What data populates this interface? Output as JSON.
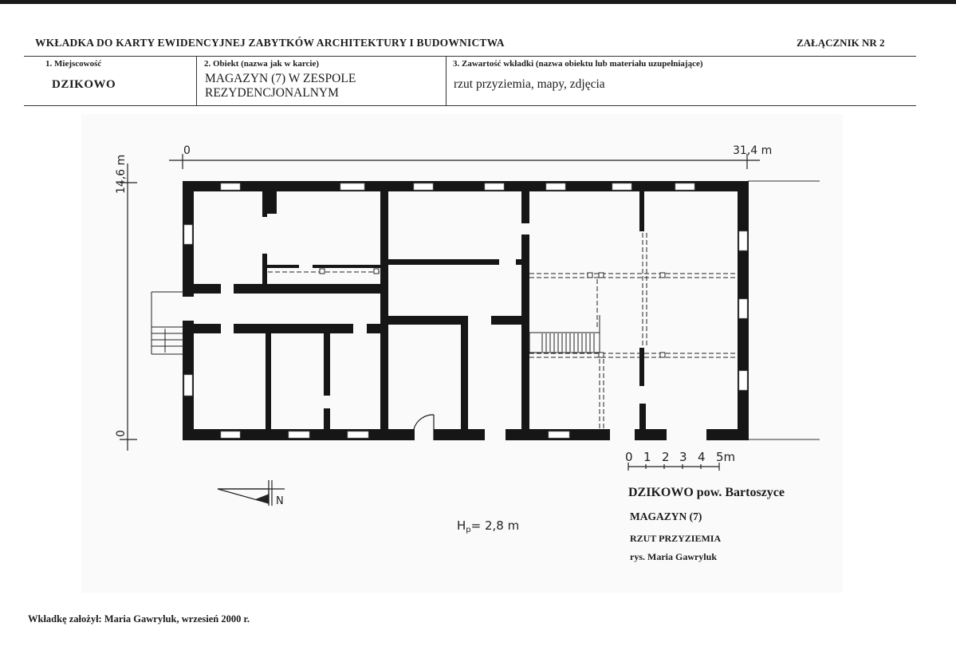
{
  "header": {
    "title": "WKŁADKA DO KARTY EWIDENCYJNEJ ZABYTKÓW ARCHITEKTURY I BUDOWNICTWA",
    "annex": "ZAŁĄCZNIK NR 2"
  },
  "fields": {
    "locality": {
      "label": "1. Miejscowość",
      "value": "DZIKOWO"
    },
    "object": {
      "label": "2. Obiekt (nazwa jak w karcie)",
      "value_line1": "MAGAZYN (7) W ZESPOLE",
      "value_line2": "REZYDENCJONALNYM"
    },
    "contents": {
      "label": "3. Zawartość wkładki (nazwa obiektu lub materiału uzupełniające)",
      "value": "rzut przyziemia, mapy, zdjęcia"
    }
  },
  "drawing": {
    "dim_x_start": "0",
    "dim_x_end": "31,4 m",
    "dim_y_start": "0",
    "dim_y_end": "14,6 m",
    "scale_ticks": [
      "0",
      "1",
      "2",
      "3",
      "4",
      "5m"
    ],
    "north_label": "N",
    "height_label": "H",
    "height_sub": "p",
    "height_value": "= 2,8 m"
  },
  "legend": {
    "place": "DZIKOWO pow. Bartoszyce",
    "building": "MAGAZYN (7)",
    "view": "RZUT PRZYZIEMIA",
    "author": "rys. Maria Gawryluk"
  },
  "footer": {
    "text": "Wkładkę założył: Maria Gawryluk, wrzesień 2000 r."
  }
}
